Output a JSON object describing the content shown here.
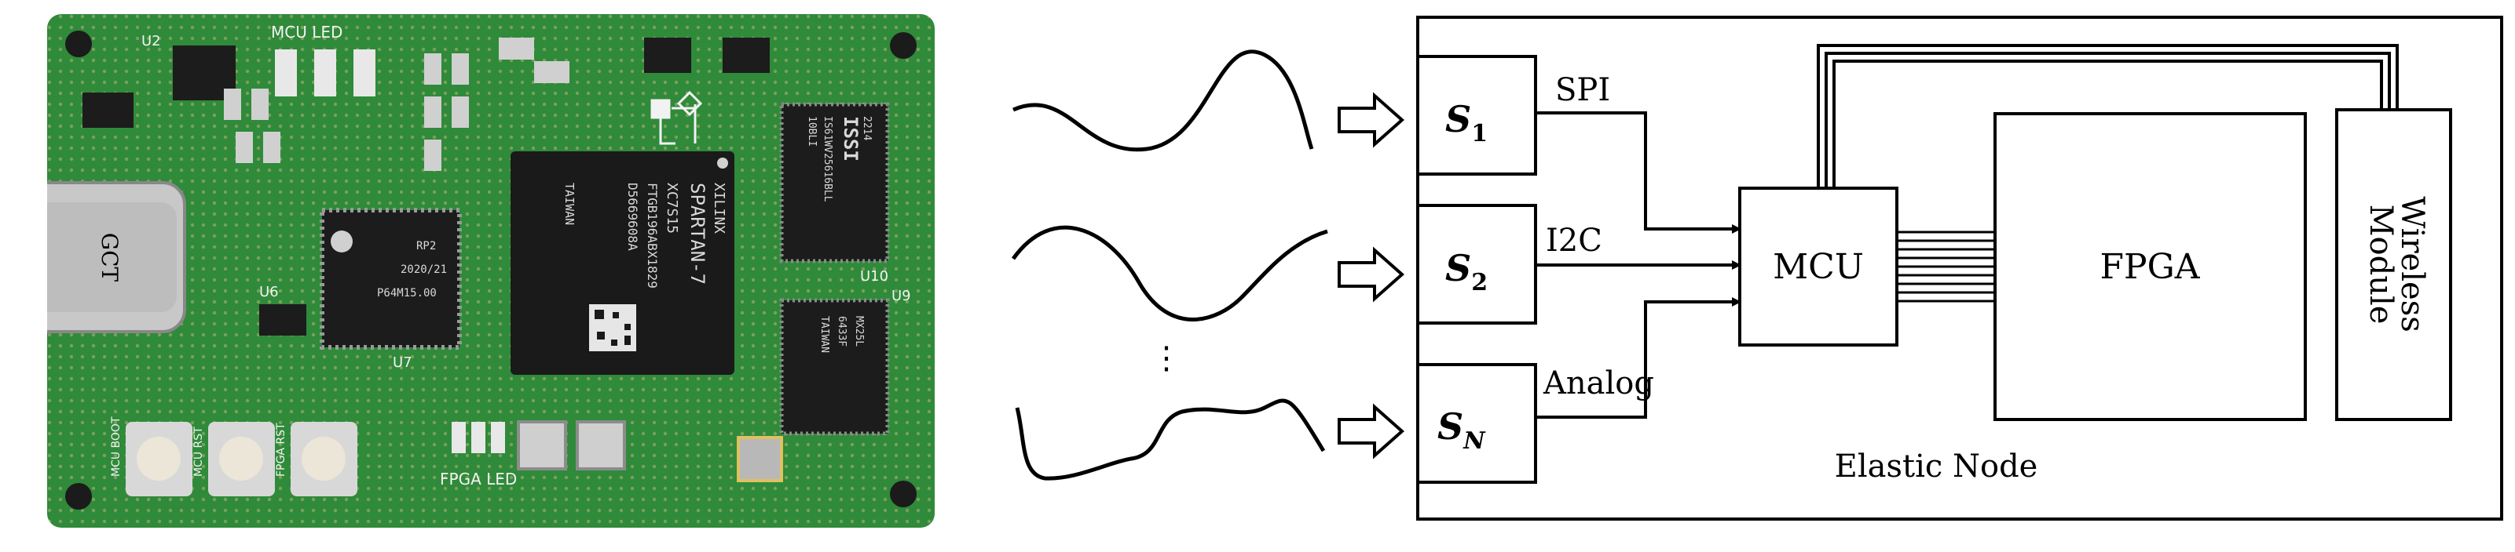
{
  "board": {
    "connector_label": "GCT",
    "mcu_led_label": "MCU LED",
    "fpga_led_label": "FPGA LED",
    "fpga_chip": {
      "brand": "XILINX",
      "model": "SPARTAN-7",
      "part": "XC7S15",
      "code1": "FTGB196ABX1829",
      "code2": "D5669608A",
      "origin": "TAIWAN"
    },
    "mcu_chip": {
      "line1": "RP2",
      "line2": "2020/21",
      "line3": "P64M15.00"
    },
    "memory_chip": {
      "brand": "ISSI",
      "line1": "IS61WV25616BLL",
      "line2": "10BLI",
      "line3": "2214"
    },
    "lower_chip": {
      "line1": "MX25L",
      "line2": "6433F",
      "line3": "TAIWAN"
    },
    "ref_labels": [
      "U2",
      "U6",
      "U7",
      "U10",
      "U9"
    ],
    "button_labels": [
      "MCU BOOT",
      "MCU RST",
      "FPGA RST"
    ]
  },
  "diagram": {
    "sensors": [
      {
        "base": "S",
        "sub": "1",
        "bus": "SPI"
      },
      {
        "base": "S",
        "sub": "2",
        "bus": "I2C"
      },
      {
        "base": "S",
        "sub": "N",
        "bus": "Analog"
      }
    ],
    "ellipsis": "⋮",
    "mcu_label": "MCU",
    "fpga_label": "FPGA",
    "wireless_label_line1": "Wireless",
    "wireless_label_line2": "Module",
    "node_label": "Elastic Node",
    "colors": {
      "board_green": "#2e7d32",
      "chip_black": "#1c1c1c",
      "line": "#000000"
    }
  }
}
